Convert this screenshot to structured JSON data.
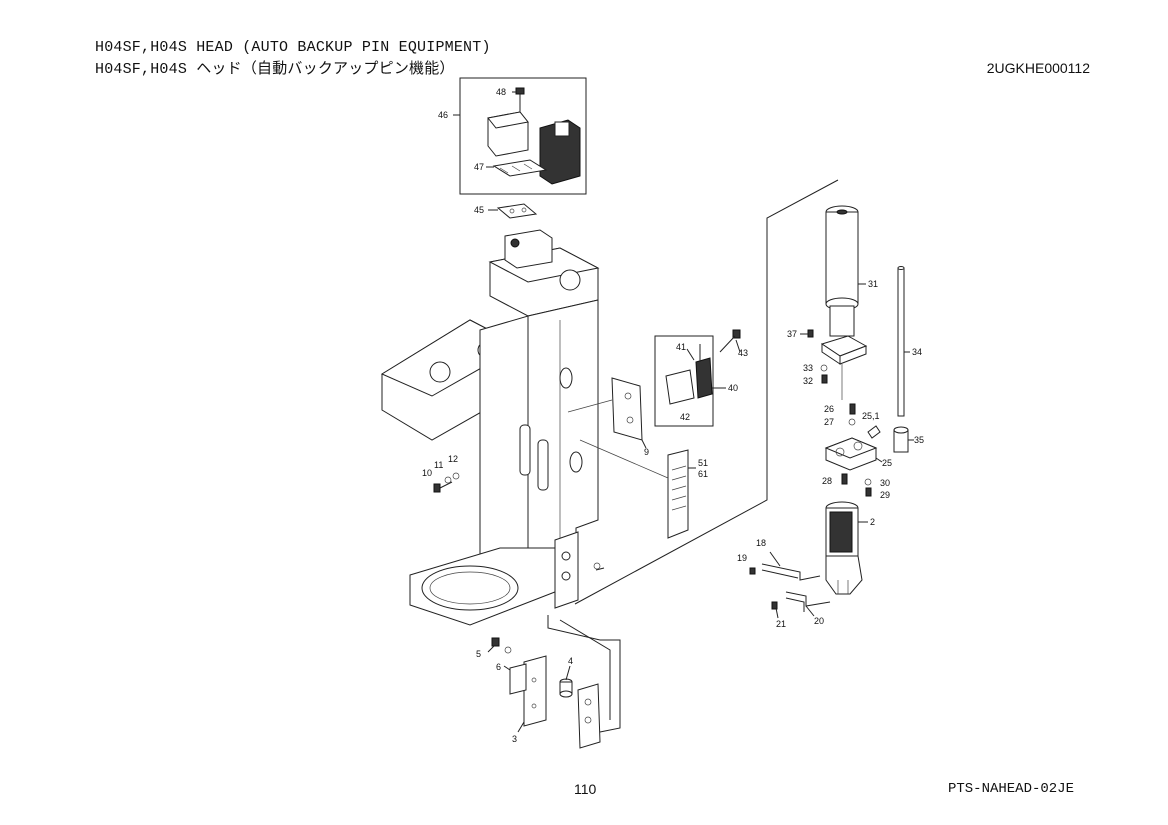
{
  "header": {
    "title_en": "H04SF,H04S HEAD (AUTO BACKUP PIN EQUIPMENT)",
    "title_jp": "H04SF,H04S ヘッド（自動バックアップピン機能）",
    "doc_code": "2UGKHE000112"
  },
  "footer": {
    "page_number": "110",
    "catalog_code": "PTS-NAHEAD-02JE"
  },
  "callouts": {
    "c48": "48",
    "c46": "46",
    "c47": "47",
    "c45": "45",
    "c41": "41",
    "c43": "43",
    "c40": "40",
    "c42": "42",
    "c9": "9",
    "c51": "51",
    "c61": "61",
    "c10": "10",
    "c11": "11",
    "c12": "12",
    "c31": "31",
    "c37": "37",
    "c34": "34",
    "c33": "33",
    "c32": "32",
    "c26": "26",
    "c27": "27",
    "c25_1": "25,1",
    "c35": "35",
    "c25": "25",
    "c28": "28",
    "c30": "30",
    "c29": "29",
    "c2": "2",
    "c18": "18",
    "c19": "19",
    "c20": "20",
    "c21": "21",
    "c5": "5",
    "c6": "6",
    "c4": "4",
    "c3": "3"
  }
}
